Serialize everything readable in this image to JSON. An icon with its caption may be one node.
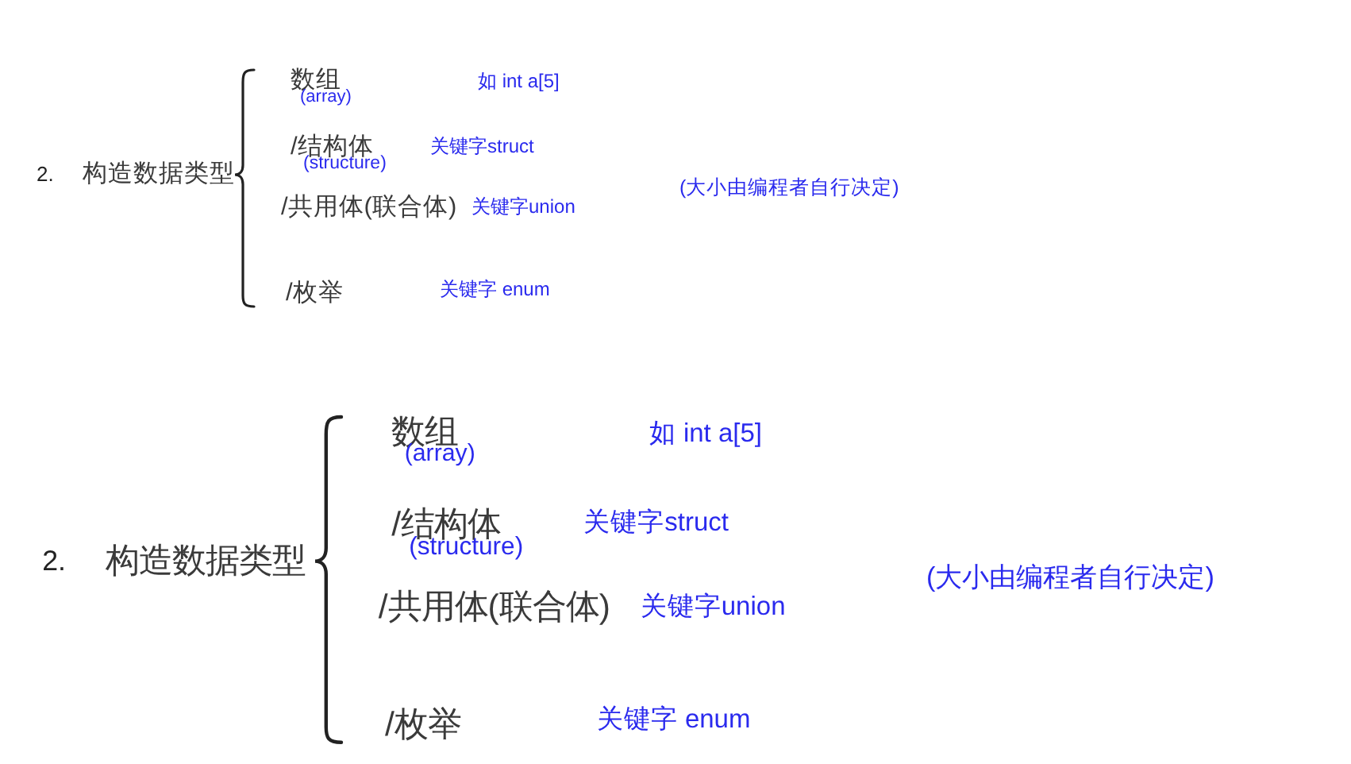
{
  "diagram": {
    "labels": [
      "2.",
      "构造数据类型",
      "数组",
      "(array)",
      "如 int a[5]",
      "/结构体",
      "(structure)",
      "关键字struct",
      "/共用体(联合体)",
      "关键字union",
      "(大小由编程者自行决定)",
      "/枚举",
      "关键字 enum",
      "2.",
      "构造数据类型",
      "数组",
      "(array)",
      "如 int a[5]",
      "/结构体",
      "(structure)",
      "关键字struct",
      "/共用体(联合体)",
      "关键字union",
      "(大小由编程者自行决定)",
      "/枚举",
      "关键字 enum"
    ]
  }
}
